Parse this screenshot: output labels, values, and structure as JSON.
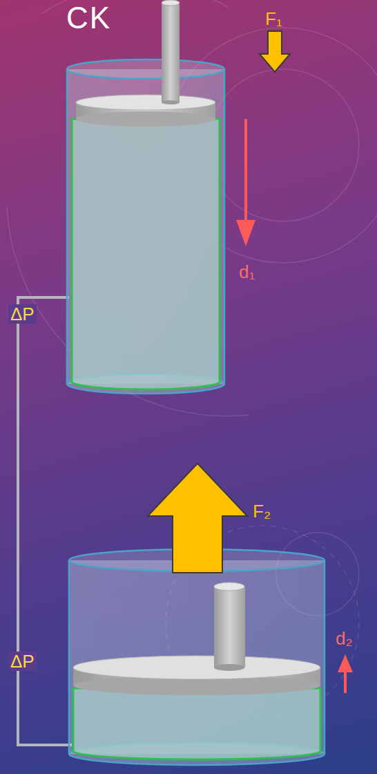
{
  "diagram": {
    "title": "CK",
    "labels": [
      "F₁",
      "d₁",
      "ΔP",
      "ΔP",
      "F₂",
      "d₂"
    ]
  }
}
